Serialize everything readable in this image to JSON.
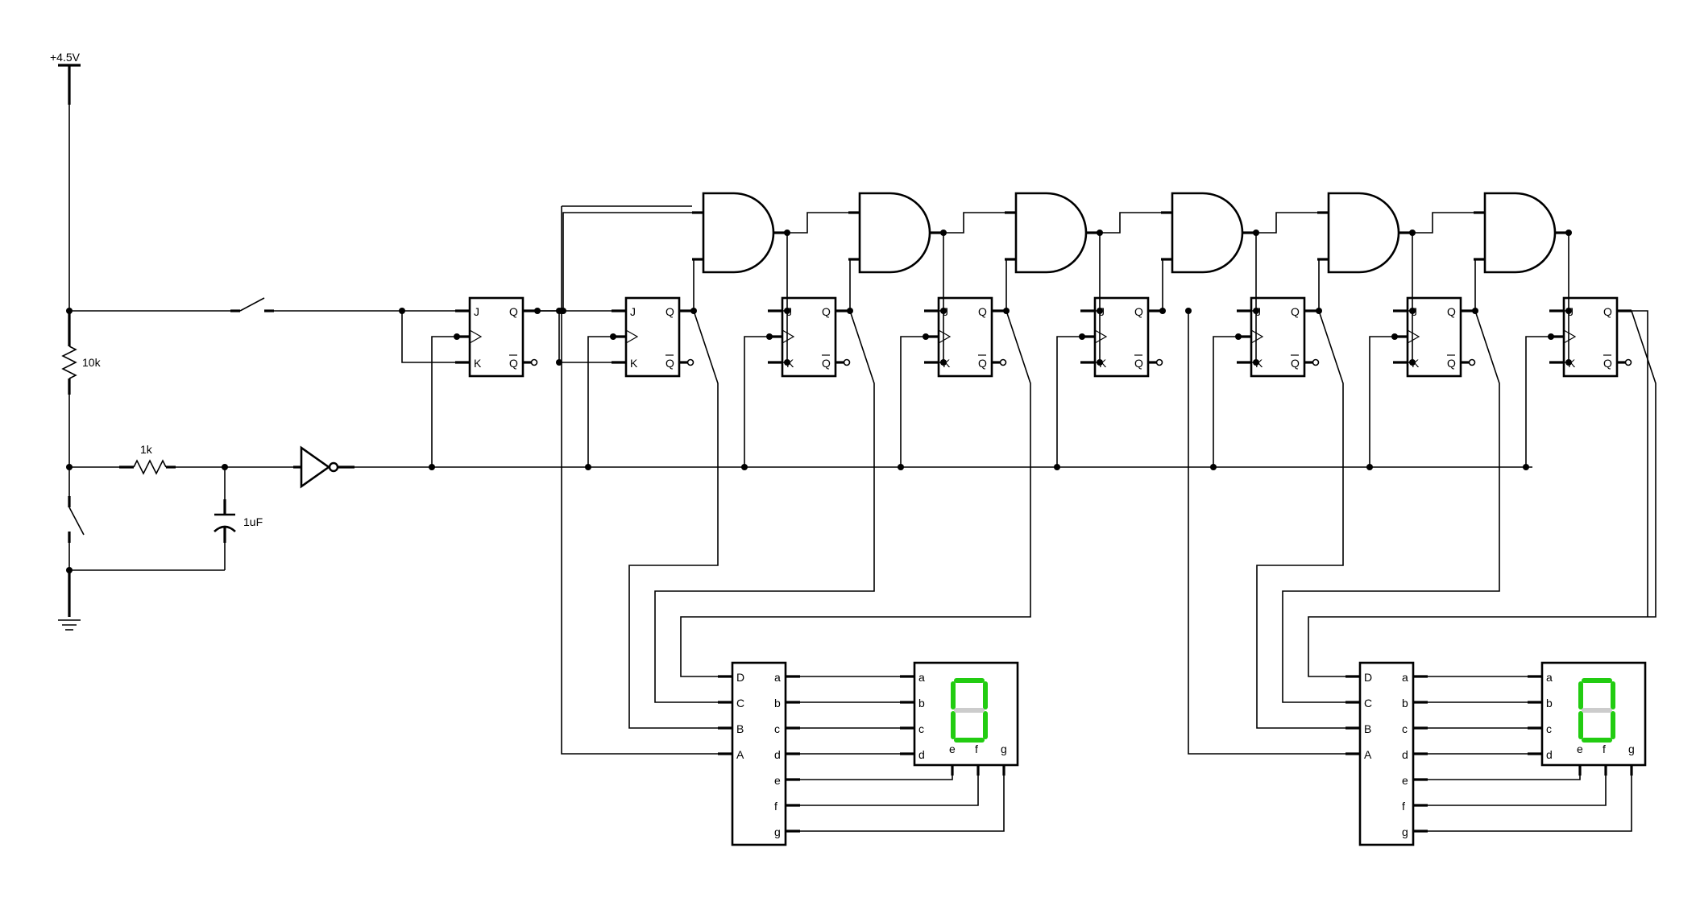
{
  "labels": {
    "supply": "+4.5V",
    "r_pullup": "10k",
    "r_series": "1k",
    "cap": "1uF"
  },
  "flipflop_pins": {
    "j": "J",
    "k": "K",
    "q": "Q",
    "qbar": "Q"
  },
  "decoder_inputs": [
    "D",
    "C",
    "B",
    "A"
  ],
  "decoder_outputs": [
    "a",
    "b",
    "c",
    "d",
    "e",
    "f",
    "g"
  ],
  "display_pins_left": [
    "a",
    "b",
    "c",
    "d"
  ],
  "display_pins_bottom": [
    "e",
    "f",
    "g"
  ],
  "flipflop_count": 8,
  "and_gate_count": 6,
  "displays": [
    {
      "digit": "0",
      "segment_on_color": "#22cc11",
      "segment_off_color": "#cccccc"
    },
    {
      "digit": "0",
      "segment_on_color": "#22cc11",
      "segment_off_color": "#cccccc"
    }
  ]
}
